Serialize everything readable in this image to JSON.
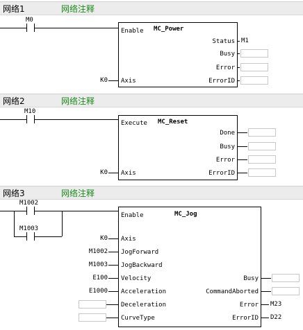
{
  "networks": [
    {
      "title": "网络1",
      "comment": "网络注释",
      "contact": "M0",
      "fb_name": "MC_Power",
      "inputs": [
        "Enable",
        "Axis"
      ],
      "input_values": [
        "",
        "K0"
      ],
      "outputs": [
        "Status",
        "Busy",
        "Error",
        "ErrorID"
      ],
      "output_values": [
        "M1",
        "",
        "",
        ""
      ]
    },
    {
      "title": "网络2",
      "comment": "网络注释",
      "contact": "M10",
      "fb_name": "MC_Reset",
      "inputs": [
        "Execute",
        "Axis"
      ],
      "input_values": [
        "",
        "K0"
      ],
      "outputs": [
        "Done",
        "Busy",
        "Error",
        "ErrorID"
      ],
      "output_values": [
        "",
        "",
        "",
        ""
      ]
    },
    {
      "title": "网络3",
      "comment": "网络注释",
      "contacts": [
        "M1002",
        "M1003"
      ],
      "fb_name": "MC_Jog",
      "inputs": [
        "Enable",
        "Axis",
        "JogForward",
        "JogBackward",
        "Velocity",
        "Acceleration",
        "Deceleration",
        "CurveType"
      ],
      "input_values": [
        "",
        "K0",
        "M1002",
        "M1003",
        "E100",
        "E1000",
        "",
        ""
      ],
      "outputs": [
        "Busy",
        "CommandAborted",
        "Error",
        "ErrorID"
      ],
      "output_values": [
        "",
        "",
        "M23",
        "D22"
      ]
    }
  ]
}
